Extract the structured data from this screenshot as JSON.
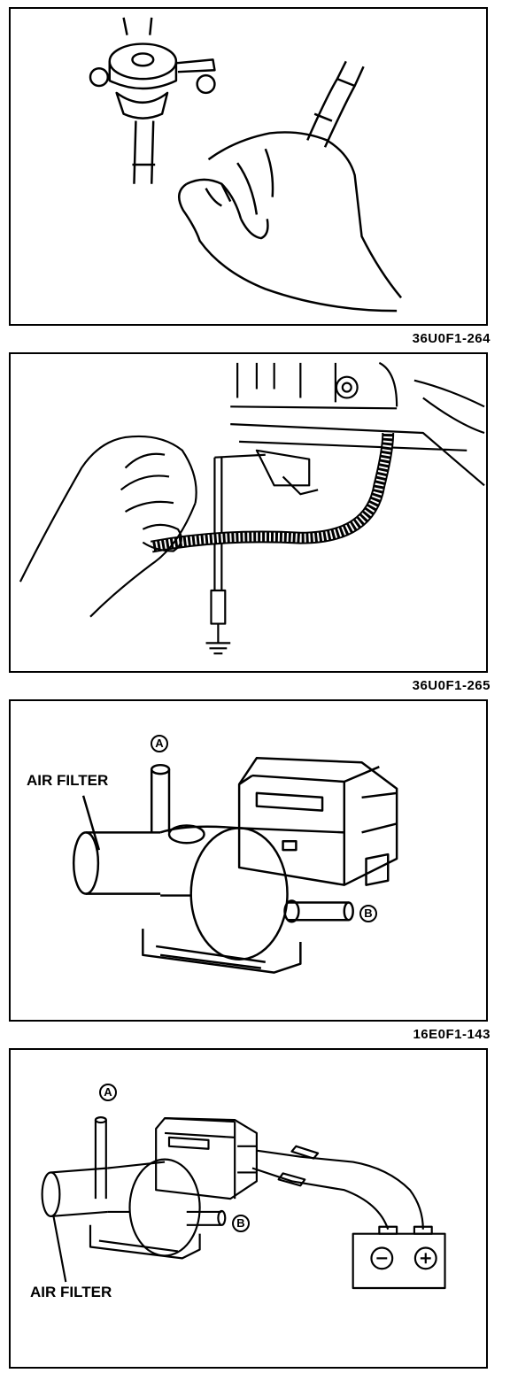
{
  "panels": [
    {
      "code": "36U0F1-264"
    },
    {
      "code": "36U0F1-265"
    },
    {
      "code": "16E0F1-143",
      "air_filter": "AIR FILTER",
      "port_a": "A",
      "port_b": "B"
    },
    {
      "air_filter": "AIR FILTER",
      "port_a": "A",
      "port_b": "B"
    }
  ]
}
